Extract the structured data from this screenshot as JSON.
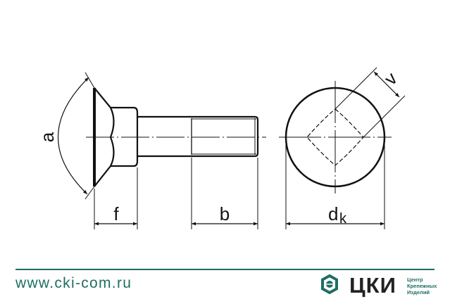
{
  "drawing": {
    "labels": {
      "angle": "a",
      "head_height": "f",
      "thread_length": "b",
      "head_diameter_main": "d",
      "head_diameter_sub": "k",
      "square_width": "v"
    }
  },
  "footer": {
    "website": "www.cki-com.ru",
    "brand": "ЦКИ",
    "tagline": [
      "Центр",
      "Крепежных",
      "Изделий"
    ],
    "accent_color": "#1e6e62"
  }
}
